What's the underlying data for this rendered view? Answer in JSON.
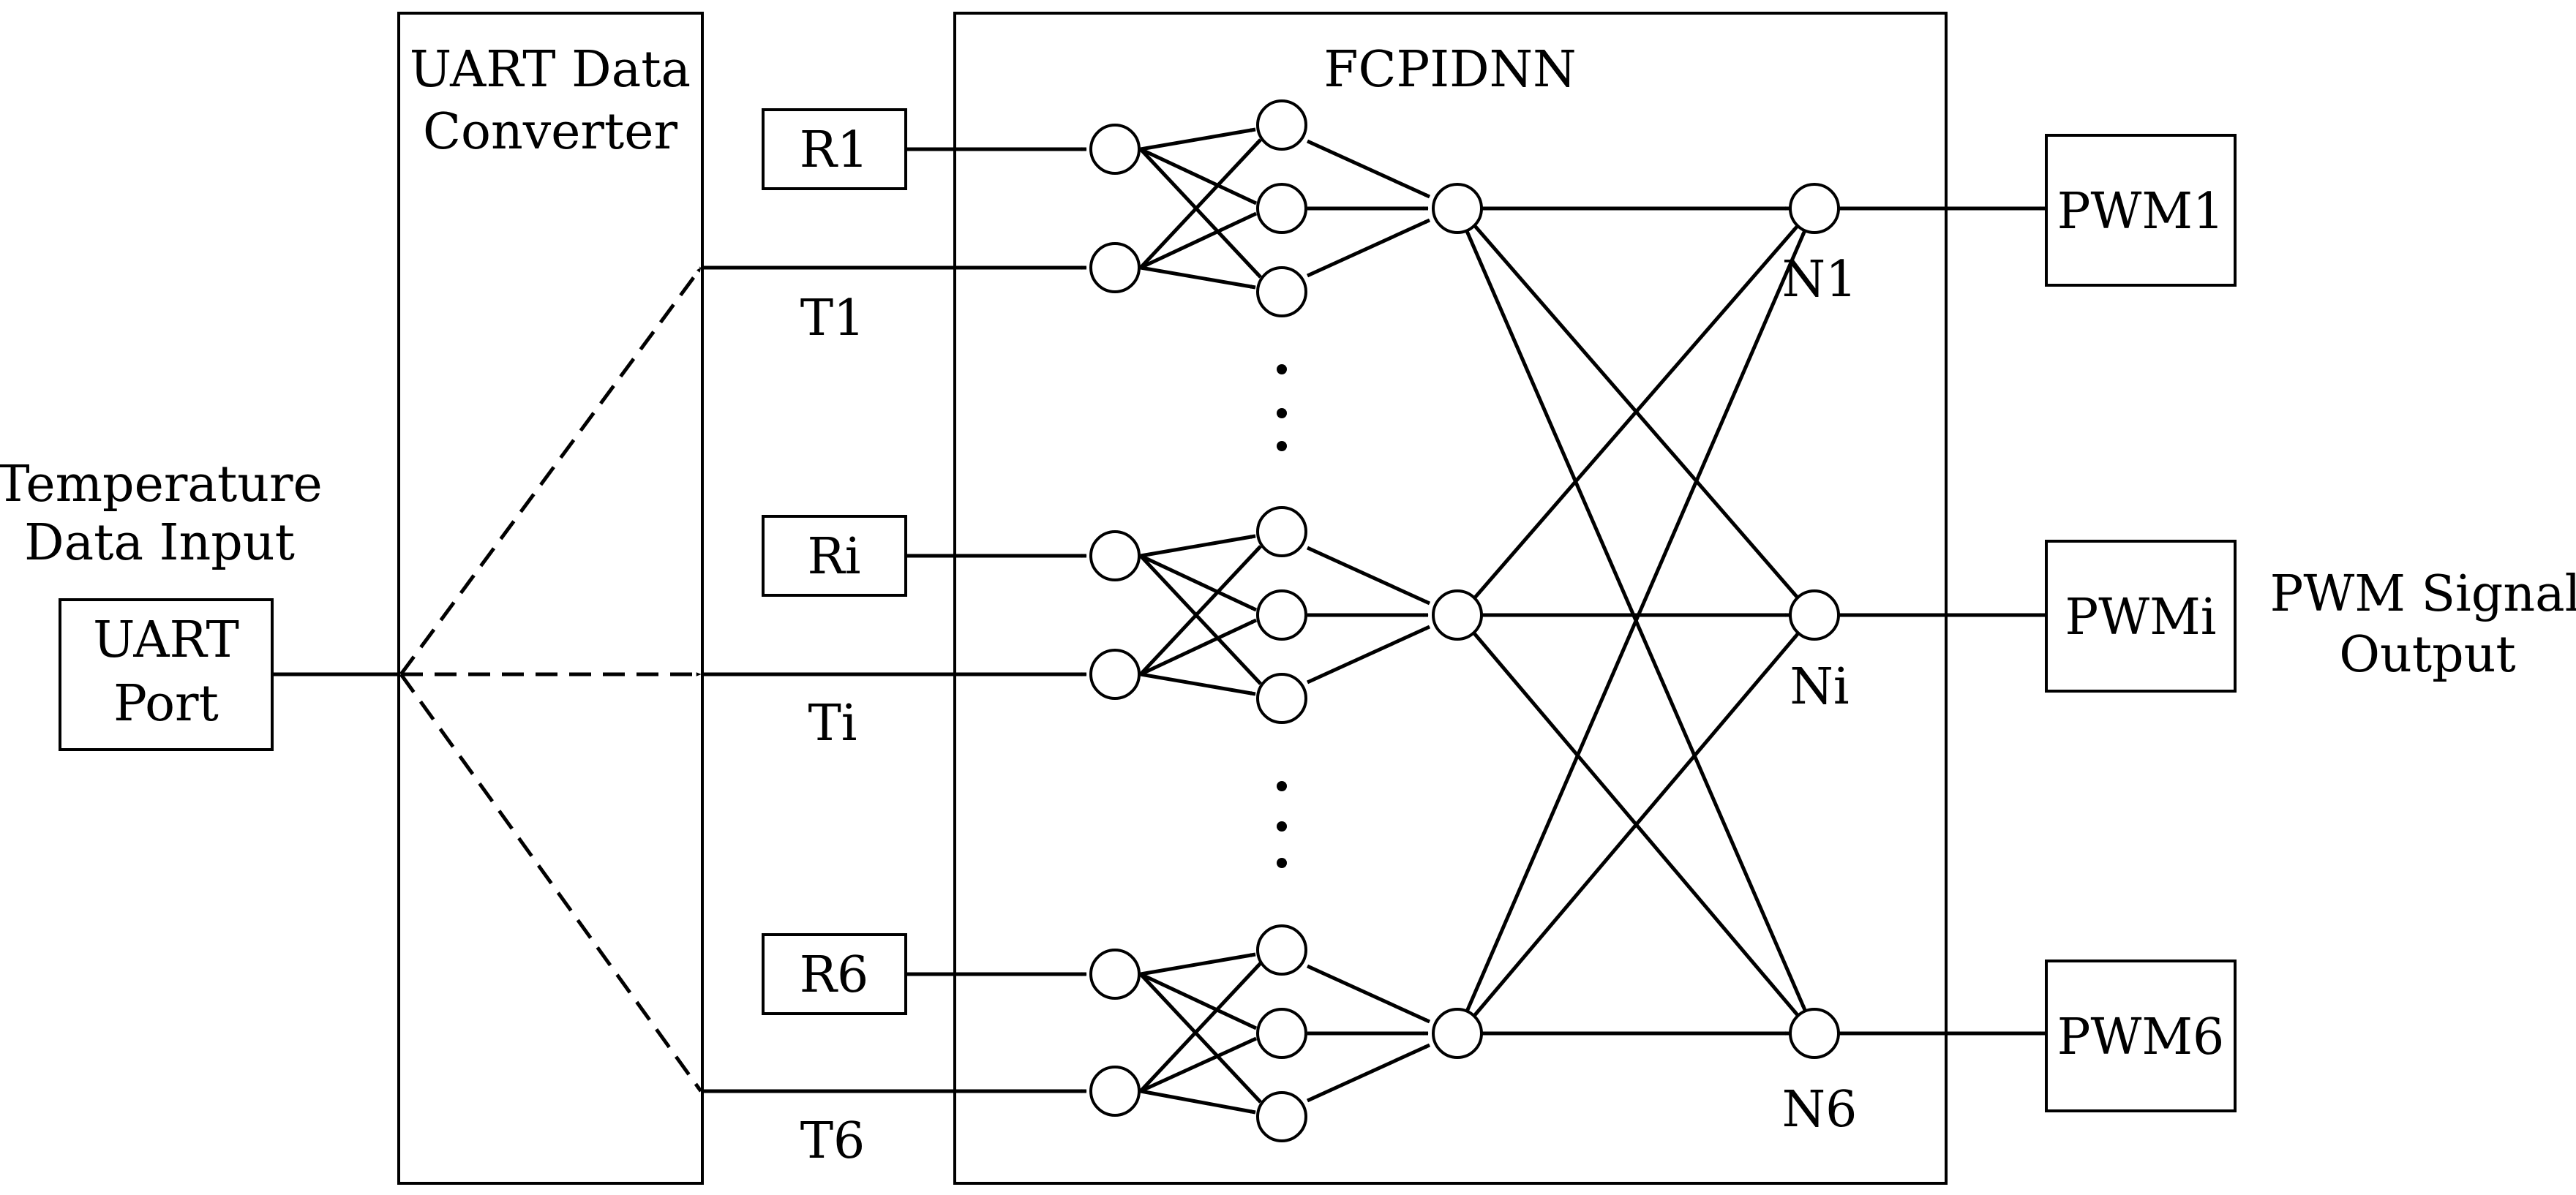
{
  "input_label": [
    "Temperature",
    "Data Input"
  ],
  "uart_port": [
    "UART",
    "Port"
  ],
  "converter_label": [
    "UART Data",
    "Converter"
  ],
  "network_label": "FCPIDNN",
  "reference_labels": [
    "R1",
    "Ri",
    "R6"
  ],
  "feedback_labels": [
    "T1",
    "Ti",
    "T6"
  ],
  "output_node_labels": [
    "N1",
    "Ni",
    "N6"
  ],
  "pwm_labels": [
    "PWM1",
    "PWMi",
    "PWM6"
  ],
  "output_label": [
    "PWM Signal",
    "Output"
  ]
}
